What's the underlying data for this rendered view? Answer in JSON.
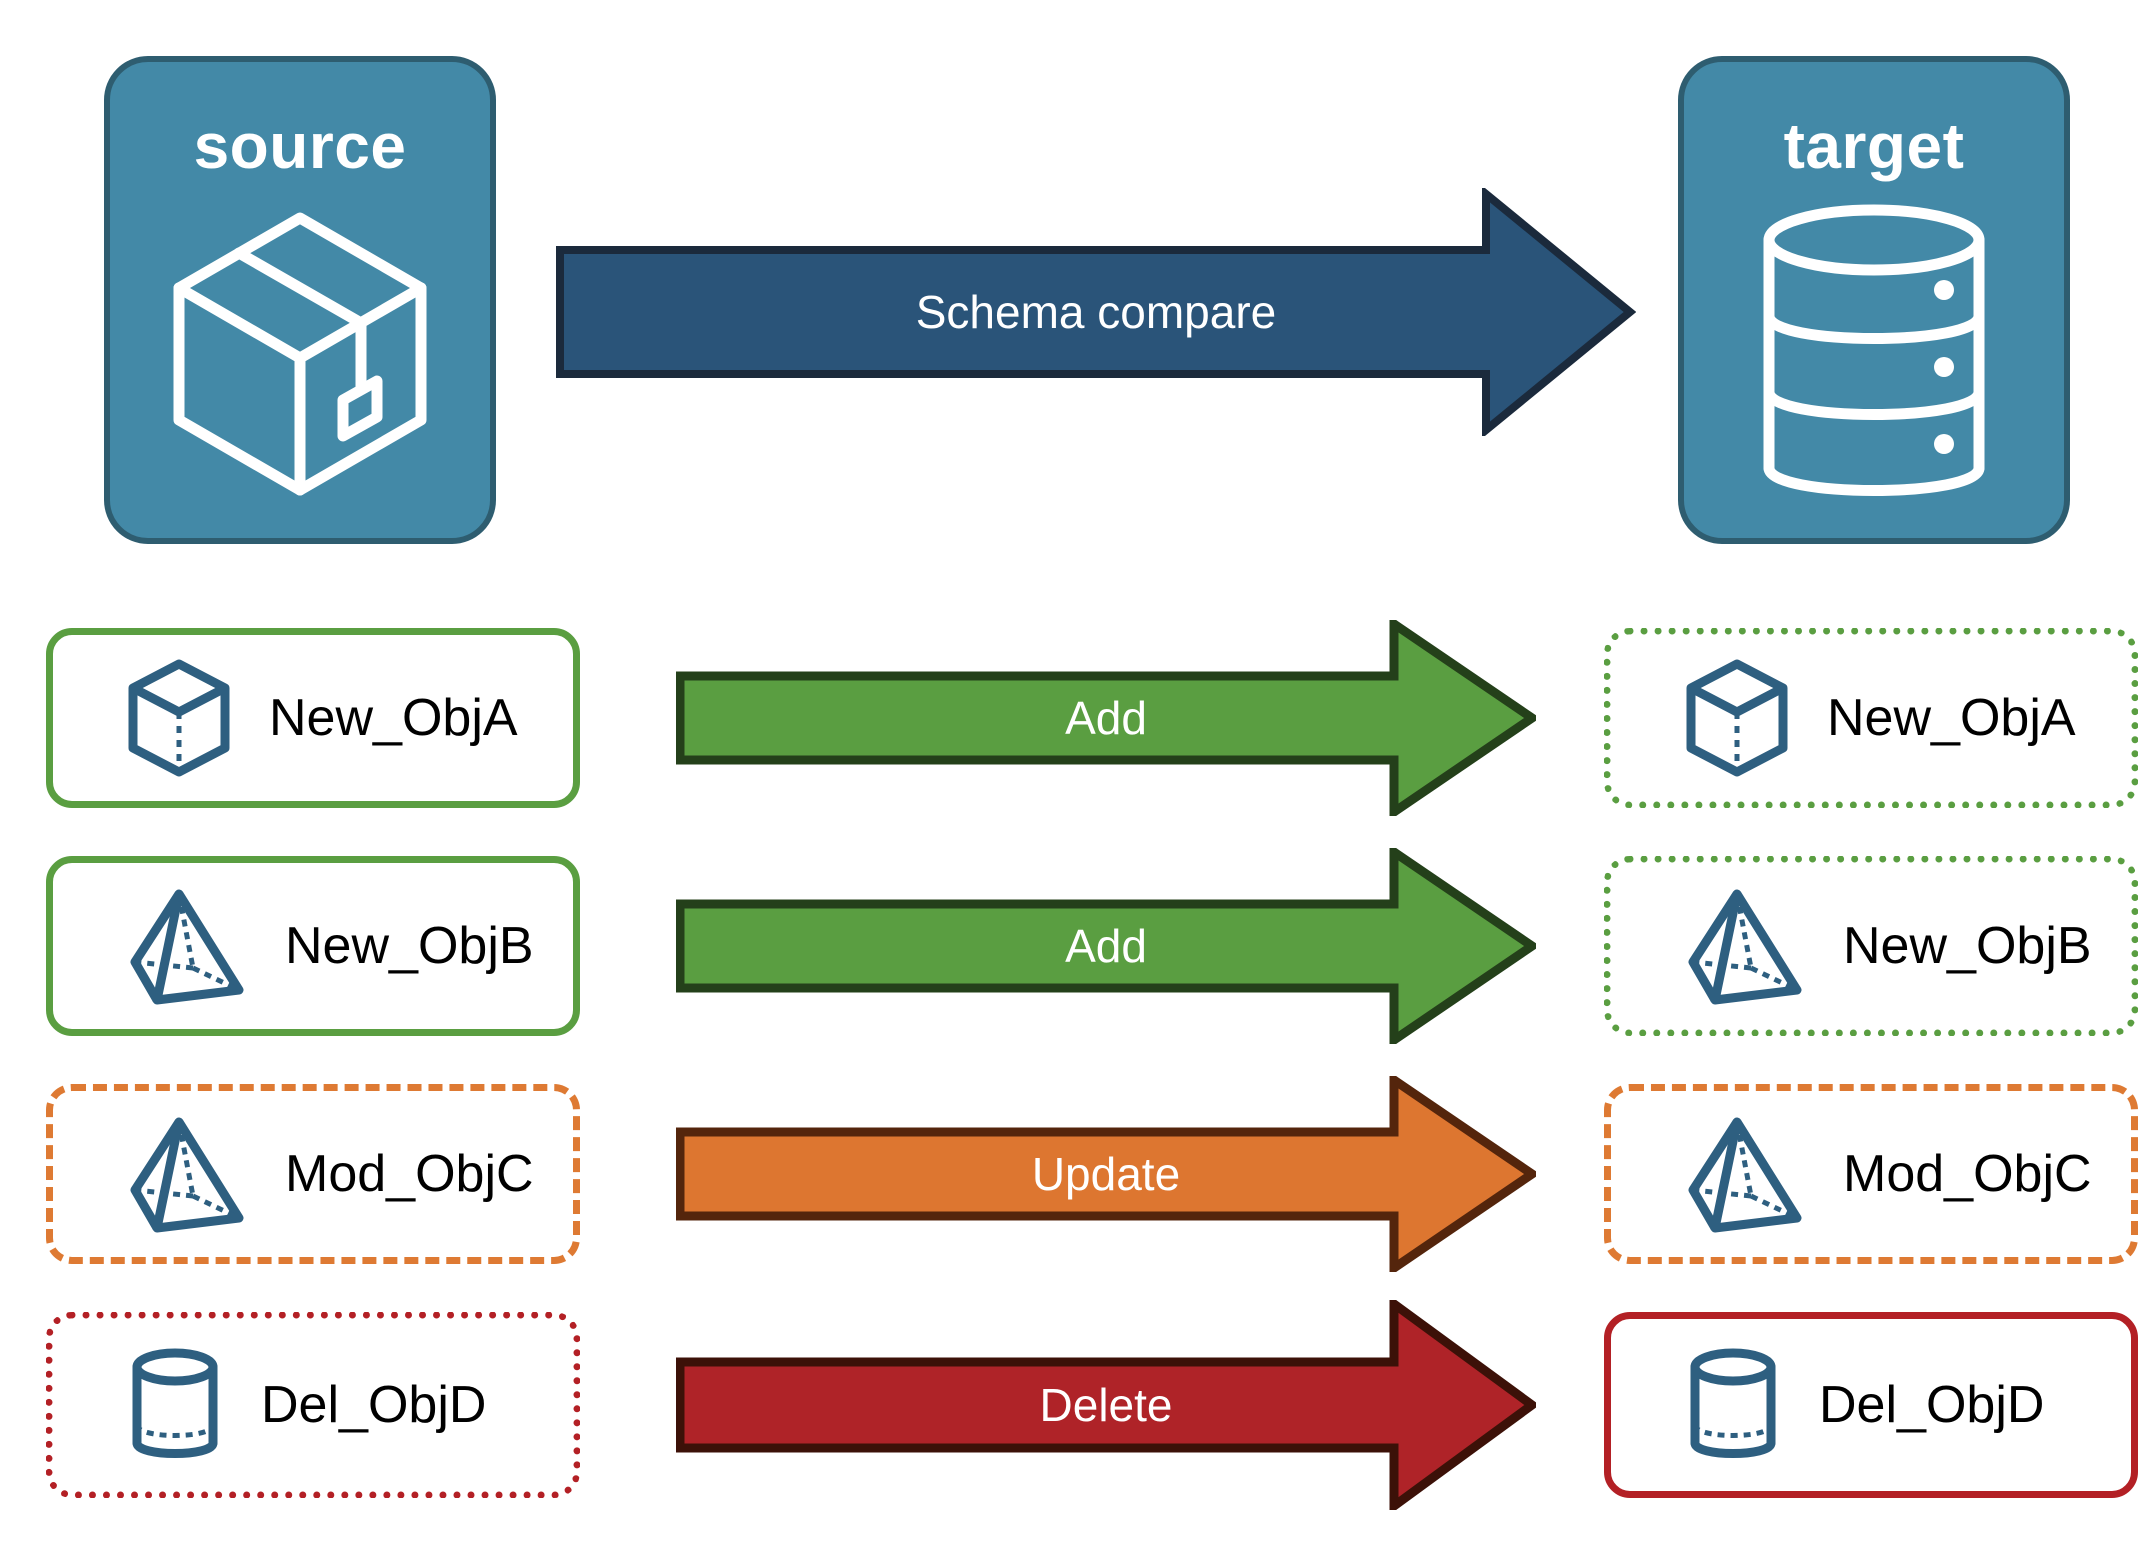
{
  "diagram": {
    "title": "Schema compare between source and target",
    "background": "#FFFFFF"
  },
  "endpoints": {
    "source": {
      "label": "source",
      "icon": "package-box-icon",
      "fill": "#4389A7",
      "border": "#2E5D70",
      "text_color": "#FFFFFF"
    },
    "target": {
      "label": "target",
      "icon": "database-cylinder-icon",
      "fill": "#4389A7",
      "border": "#2E5D70",
      "text_color": "#FFFFFF"
    }
  },
  "main_arrow": {
    "label": "Schema compare",
    "fill": "#2A5479",
    "border": "#1B2A3C",
    "text_color": "#FFFFFF"
  },
  "rows": [
    {
      "source": {
        "label": "New_ObjA",
        "icon": "wireframe-cube-icon",
        "border_color": "#5A9E41",
        "border_style": "solid"
      },
      "arrow": {
        "label": "Add",
        "fill": "#5A9E41",
        "border": "#24401A",
        "text_color": "#FFFFFF"
      },
      "target": {
        "label": "New_ObjA",
        "icon": "wireframe-cube-icon",
        "border_color": "#5A9E41",
        "border_style": "dotted"
      }
    },
    {
      "source": {
        "label": "New_ObjB",
        "icon": "wireframe-pyramid-icon",
        "border_color": "#5A9E41",
        "border_style": "solid"
      },
      "arrow": {
        "label": "Add",
        "fill": "#5A9E41",
        "border": "#24401A",
        "text_color": "#FFFFFF"
      },
      "target": {
        "label": "New_ObjB",
        "icon": "wireframe-pyramid-icon",
        "border_color": "#5A9E41",
        "border_style": "dotted"
      }
    },
    {
      "source": {
        "label": "Mod_ObjC",
        "icon": "wireframe-pyramid-icon",
        "border_color": "#DE7A33",
        "border_style": "dashed"
      },
      "arrow": {
        "label": "Update",
        "fill": "#DD7630",
        "border": "#54250C",
        "text_color": "#FFFFFF"
      },
      "target": {
        "label": "Mod_ObjC",
        "icon": "wireframe-pyramid-icon",
        "border_color": "#DE7A33",
        "border_style": "dashed"
      }
    },
    {
      "source": {
        "label": "Del_ObjD",
        "icon": "wireframe-cylinder-icon",
        "border_color": "#B32025",
        "border_style": "dotted"
      },
      "arrow": {
        "label": "Delete",
        "fill": "#AF2328",
        "border": "#3C1108",
        "text_color": "#FFFFFF"
      },
      "target": {
        "label": "Del_ObjD",
        "icon": "wireframe-cylinder-icon",
        "border_color": "#B32025",
        "border_style": "solid"
      }
    }
  ],
  "shape_stroke_color": "#2E5F80"
}
